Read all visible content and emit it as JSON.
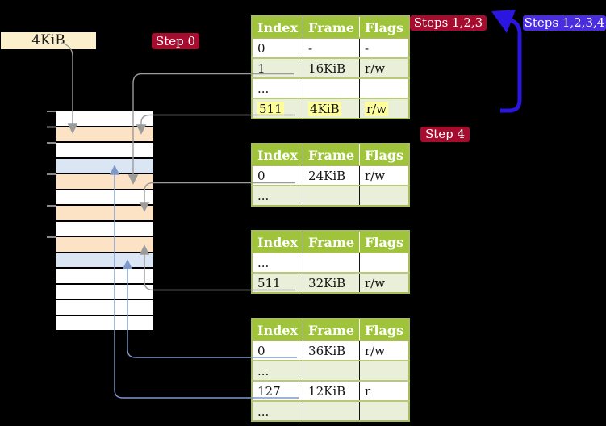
{
  "size_label": "4KiB",
  "badges": {
    "step0": "Step 0",
    "steps123": "Steps 1,2,3",
    "steps1234": "Steps 1,2,3,4",
    "step4": "Step 4"
  },
  "memory": {
    "frame_size": "4KiB",
    "rows": [
      "white",
      "peach",
      "white",
      "blue",
      "peach",
      "white",
      "peach",
      "white",
      "peach",
      "blue",
      "white",
      "white",
      "white",
      "white"
    ]
  },
  "tables": [
    {
      "name": "page-table-level-4",
      "headers": [
        "Index",
        "Frame",
        "Flags"
      ],
      "rows": [
        {
          "cells": [
            "0",
            "-",
            "-"
          ]
        },
        {
          "cells": [
            "1",
            "16KiB",
            "r/w"
          ]
        },
        {
          "cells": [
            "...",
            "",
            ""
          ]
        },
        {
          "cells": [
            "511",
            "4KiB",
            "r/w"
          ],
          "highlight": true
        }
      ]
    },
    {
      "name": "page-table-level-3",
      "headers": [
        "Index",
        "Frame",
        "Flags"
      ],
      "rows": [
        {
          "cells": [
            "0",
            "24KiB",
            "r/w"
          ]
        },
        {
          "cells": [
            "...",
            "",
            ""
          ]
        }
      ]
    },
    {
      "name": "page-table-level-2",
      "headers": [
        "Index",
        "Frame",
        "Flags"
      ],
      "rows": [
        {
          "cells": [
            "...",
            "",
            ""
          ]
        },
        {
          "cells": [
            "511",
            "32KiB",
            "r/w"
          ]
        }
      ]
    },
    {
      "name": "page-table-level-1",
      "headers": [
        "Index",
        "Frame",
        "Flags"
      ],
      "rows": [
        {
          "cells": [
            "0",
            "36KiB",
            "r/w"
          ]
        },
        {
          "cells": [
            "...",
            "",
            ""
          ]
        },
        {
          "cells": [
            "127",
            "12KiB",
            "r"
          ]
        },
        {
          "cells": [
            "...",
            "",
            ""
          ]
        }
      ]
    }
  ],
  "palette": {
    "header_green": "#9fc43c",
    "row_green": "#e9efd8",
    "table_border_olive": "#a9bd5d",
    "frame_peach": "#fde3c6",
    "frame_blue": "#dbe6f4",
    "label_wheat": "#fcf0cc",
    "badge_crimson": "#a60c2e",
    "badge_violet": "#4b2de0",
    "big_arrow_blue": "#2b16df",
    "connector_gray": "#9b9b9b",
    "connector_blue": "#7e99c8",
    "highlight_yellow": "#feff9c"
  }
}
